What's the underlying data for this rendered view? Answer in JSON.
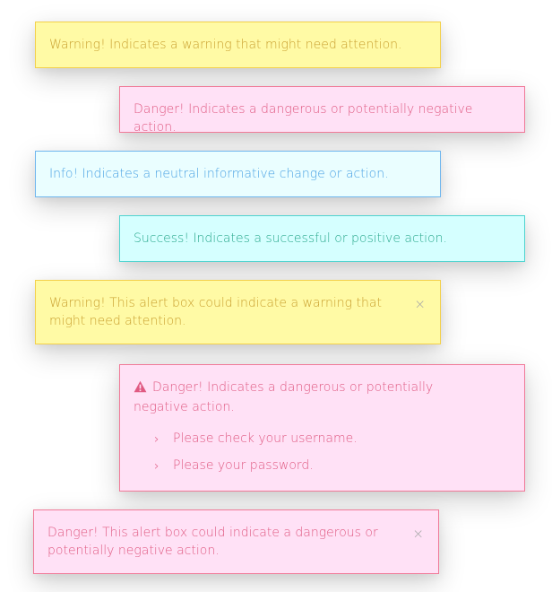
{
  "alerts": [
    {
      "text": "Warning! Indicates a warning that might need attention."
    },
    {
      "text": "Danger! Indicates a dangerous or potentially negative action."
    },
    {
      "text": "Info! Indicates a neutral informative change or action."
    },
    {
      "text": "Success! Indicates a successful or positive action."
    },
    {
      "text": "Warning! This alert box could indicate a warning that might need attention.",
      "close": "×"
    },
    {
      "text": "Danger! Indicates a dangerous or potentially negative action.",
      "icon": "warning-triangle-icon",
      "items": [
        "Please check your username.",
        "Please your password."
      ],
      "bullet": "›"
    },
    {
      "text": "Danger! This alert box could indicate a dangerous or potentially negative action.",
      "close": "×"
    }
  ],
  "colors": {
    "warning_bg": "#fffaa5",
    "danger_bg": "#ffe1f6",
    "info_bg": "#eafeff",
    "success_bg": "#d5ffff"
  }
}
